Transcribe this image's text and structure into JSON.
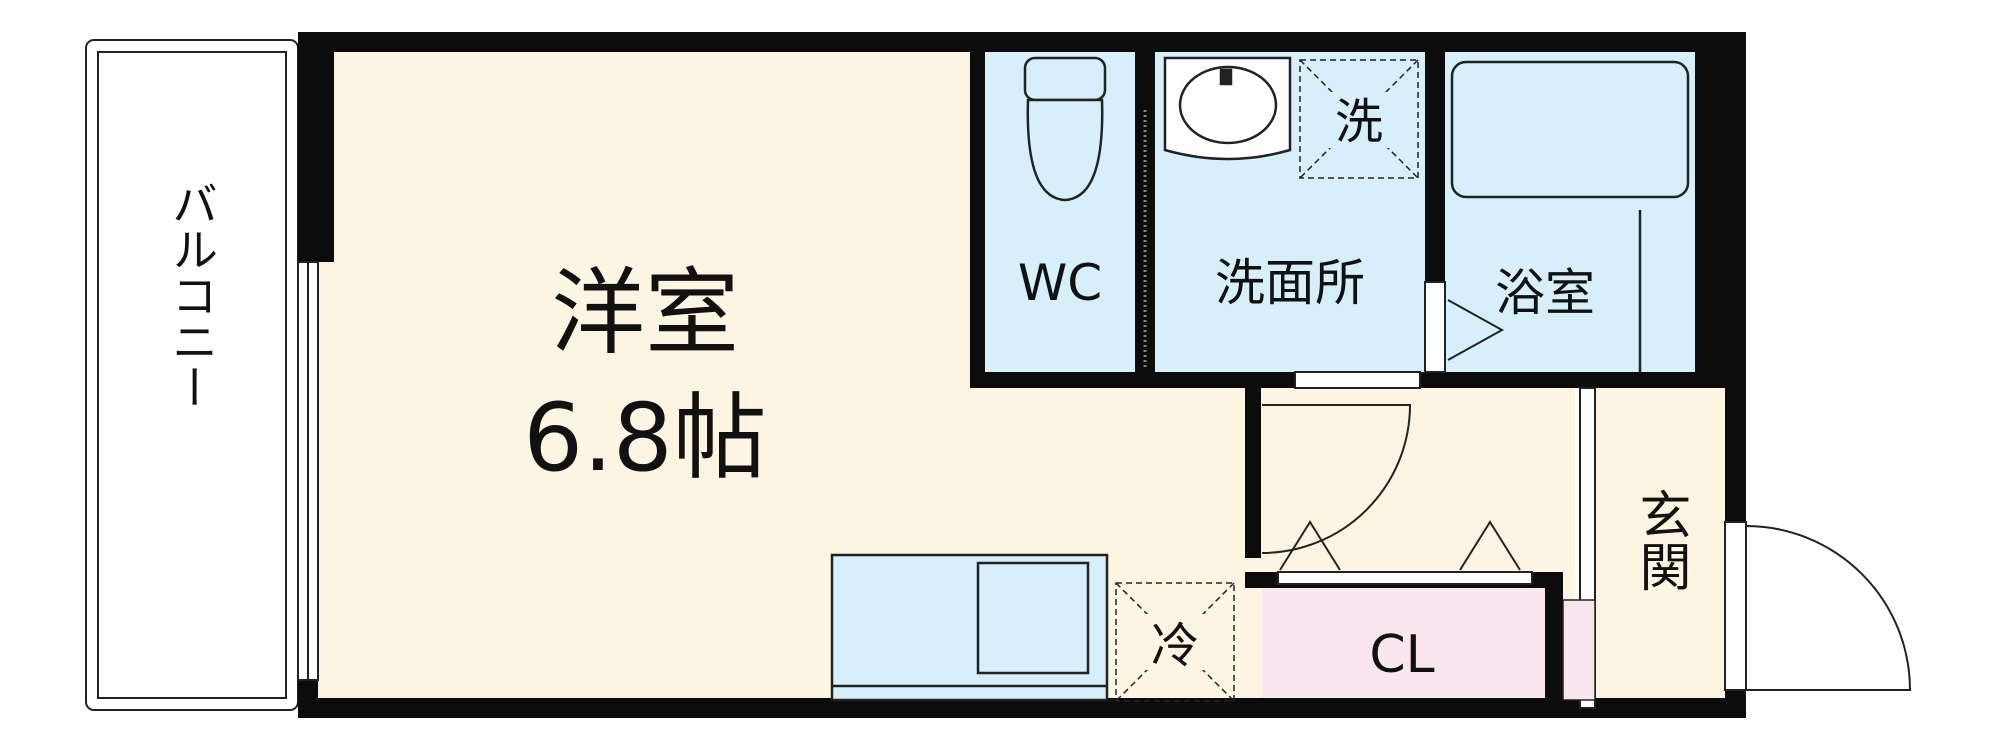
{
  "rooms": {
    "balcony": "バルコニー",
    "western_room": "洋室",
    "western_room_size": "6.8帖",
    "wc": "WC",
    "washroom": "洗面所",
    "bathroom": "浴室",
    "entrance": "玄関",
    "closet": "CL",
    "washer_space": "洗",
    "fridge_space": "冷"
  },
  "colors": {
    "wall": "#0c0c0c",
    "western_room_floor": "#fdf5e2",
    "wet_area_floor": "#d6effa",
    "closet_floor": "#fae6ef",
    "entrance_floor": "#fdf5e2"
  }
}
